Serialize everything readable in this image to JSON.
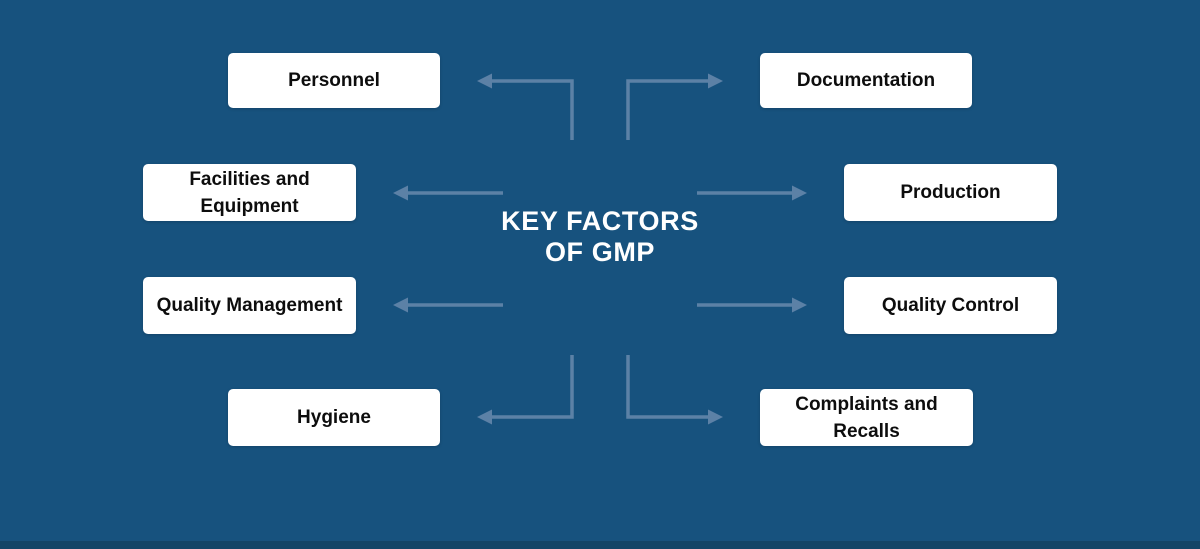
{
  "title": {
    "line1": "KEY FACTORS",
    "line2": "OF GMP"
  },
  "nodes": [
    {
      "id": "personnel",
      "label": "Personnel"
    },
    {
      "id": "documentation",
      "label": "Documentation"
    },
    {
      "id": "facilities-equipment",
      "label": "Facilities and Equipment"
    },
    {
      "id": "production",
      "label": "Production"
    },
    {
      "id": "quality-management",
      "label": "Quality Management"
    },
    {
      "id": "quality-control",
      "label": "Quality Control"
    },
    {
      "id": "hygiene",
      "label": "Hygiene"
    },
    {
      "id": "complaints-recalls",
      "label": "Complaints and Recalls"
    }
  ],
  "connections": [
    {
      "from": "center",
      "to": "personnel",
      "shape": "elbow",
      "direction": "up-left"
    },
    {
      "from": "center",
      "to": "documentation",
      "shape": "elbow",
      "direction": "up-right"
    },
    {
      "from": "center",
      "to": "facilities-equipment",
      "shape": "straight",
      "direction": "left"
    },
    {
      "from": "center",
      "to": "production",
      "shape": "straight",
      "direction": "right"
    },
    {
      "from": "center",
      "to": "quality-management",
      "shape": "straight",
      "direction": "left"
    },
    {
      "from": "center",
      "to": "quality-control",
      "shape": "straight",
      "direction": "right"
    },
    {
      "from": "center",
      "to": "hygiene",
      "shape": "elbow",
      "direction": "down-left"
    },
    {
      "from": "center",
      "to": "complaints-recalls",
      "shape": "elbow",
      "direction": "down-right"
    }
  ],
  "colors": {
    "background": "#17527E",
    "arrow": "#5C81A6",
    "box_bg": "#FFFFFF",
    "box_text": "#0D0D0D",
    "title_text": "#FFFFFF",
    "footer_strip": "#134567"
  }
}
